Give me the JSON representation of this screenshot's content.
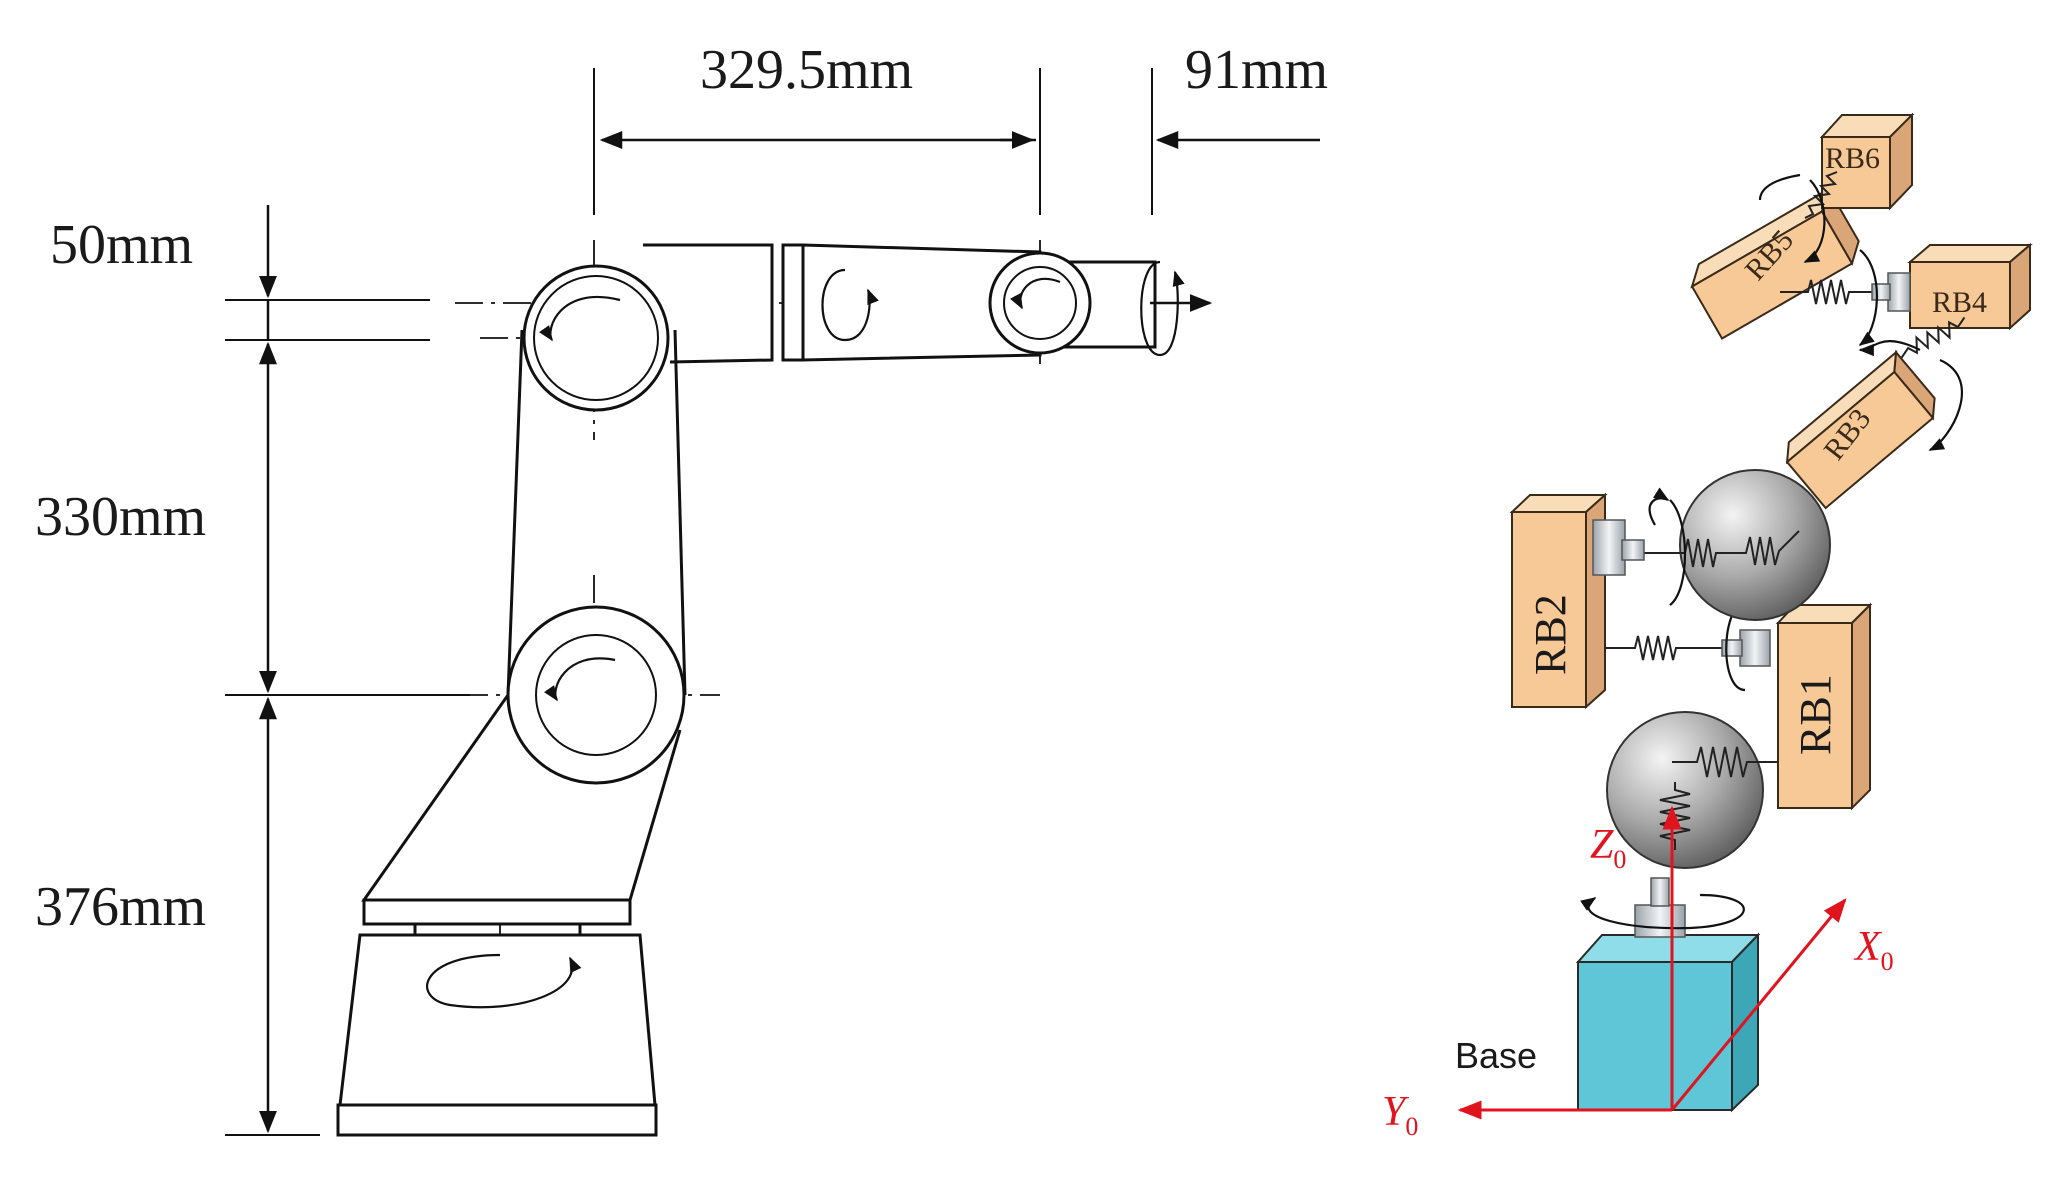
{
  "left_diagram": {
    "dimensions": {
      "upper_arm_length": "329.5mm",
      "wrist_offset": "91mm",
      "shoulder_offset": "50mm",
      "forearm_length": "330mm",
      "base_height": "376mm"
    }
  },
  "right_diagram": {
    "bodies": [
      "RB1",
      "RB2",
      "RB3",
      "RB4",
      "RB5",
      "RB6"
    ],
    "axes": {
      "z": "Z",
      "z_sub": "0",
      "x": "X",
      "x_sub": "0",
      "y": "Y",
      "y_sub": "0"
    },
    "base_label": "Base",
    "colors": {
      "block": "#f6c997",
      "base": "#5ec6d6",
      "axis": "#e0141e",
      "sphere": "#8a8a8a"
    }
  }
}
